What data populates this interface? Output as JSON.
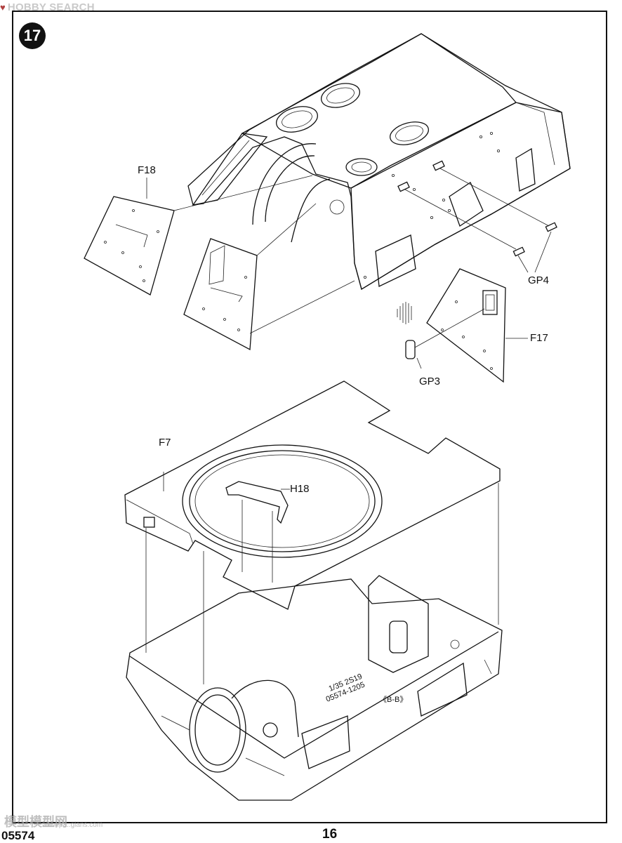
{
  "header": {
    "logo_text": "HOBBY SEARCH",
    "logo_mark": "♥"
  },
  "step": {
    "number": "17"
  },
  "parts": {
    "f18": "F18",
    "gp4": "GP4",
    "f17": "F17",
    "gp3": "GP3",
    "f7": "F7",
    "h18": "H18"
  },
  "hull_markings": {
    "line1": "1/35  2S19",
    "line2": "05574-1205",
    "section": "《B-B》"
  },
  "footer": {
    "kit_number": "05574",
    "page_number": "16"
  },
  "watermark": {
    "text": "模型模型网",
    "url": "www.pa..gians.com"
  }
}
